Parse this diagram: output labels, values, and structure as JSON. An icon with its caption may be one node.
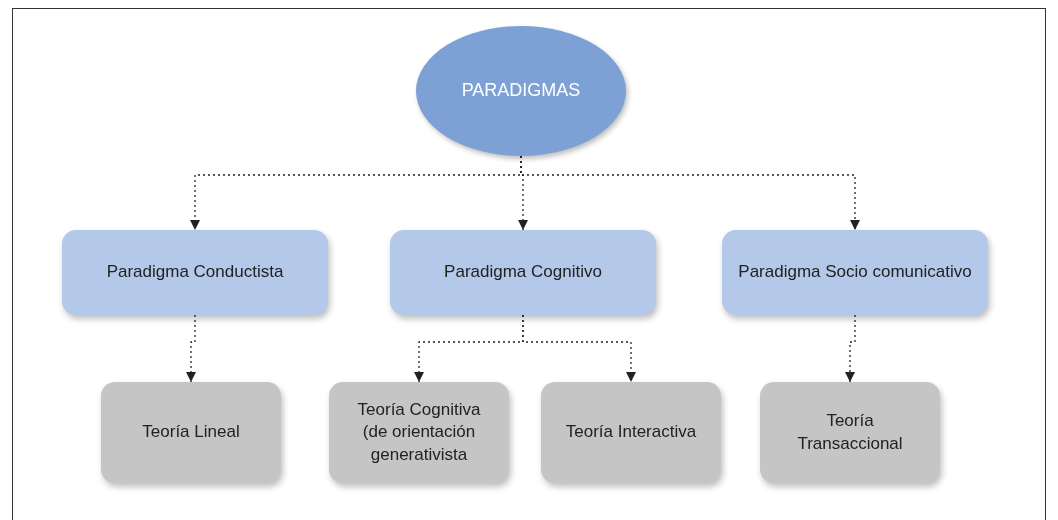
{
  "diagram": {
    "nodes": [
      {
        "text": [
          "PARADIGMAS"
        ]
      },
      {
        "text": [
          "Paradigma Conductista"
        ]
      },
      {
        "text": [
          "Paradigma Cognitivo"
        ]
      },
      {
        "text": [
          "Paradigma Socio comunicativo"
        ]
      },
      {
        "text": [
          "Teoría Lineal"
        ]
      },
      {
        "text": [
          "Teoría Cognitiva (de orientación generativista"
        ]
      },
      {
        "text": [
          "Teoría Interactiva"
        ]
      },
      {
        "text": [
          "Teoría Transaccional"
        ]
      }
    ],
    "edges": [
      {
        "from": 0,
        "to": 1,
        "arrow": "to",
        "style": "dashed"
      },
      {
        "from": 0,
        "to": 2,
        "arrow": "to",
        "style": "dashed"
      },
      {
        "from": 0,
        "to": 3,
        "arrow": "to",
        "style": "dashed"
      },
      {
        "from": 1,
        "to": 4,
        "arrow": "to",
        "style": "dashed"
      },
      {
        "from": 2,
        "to": 5,
        "arrow": "to",
        "style": "dashed"
      },
      {
        "from": 2,
        "to": 6,
        "arrow": "to",
        "style": "dashed"
      },
      {
        "from": 3,
        "to": 7,
        "arrow": "to",
        "style": "dashed"
      }
    ]
  }
}
